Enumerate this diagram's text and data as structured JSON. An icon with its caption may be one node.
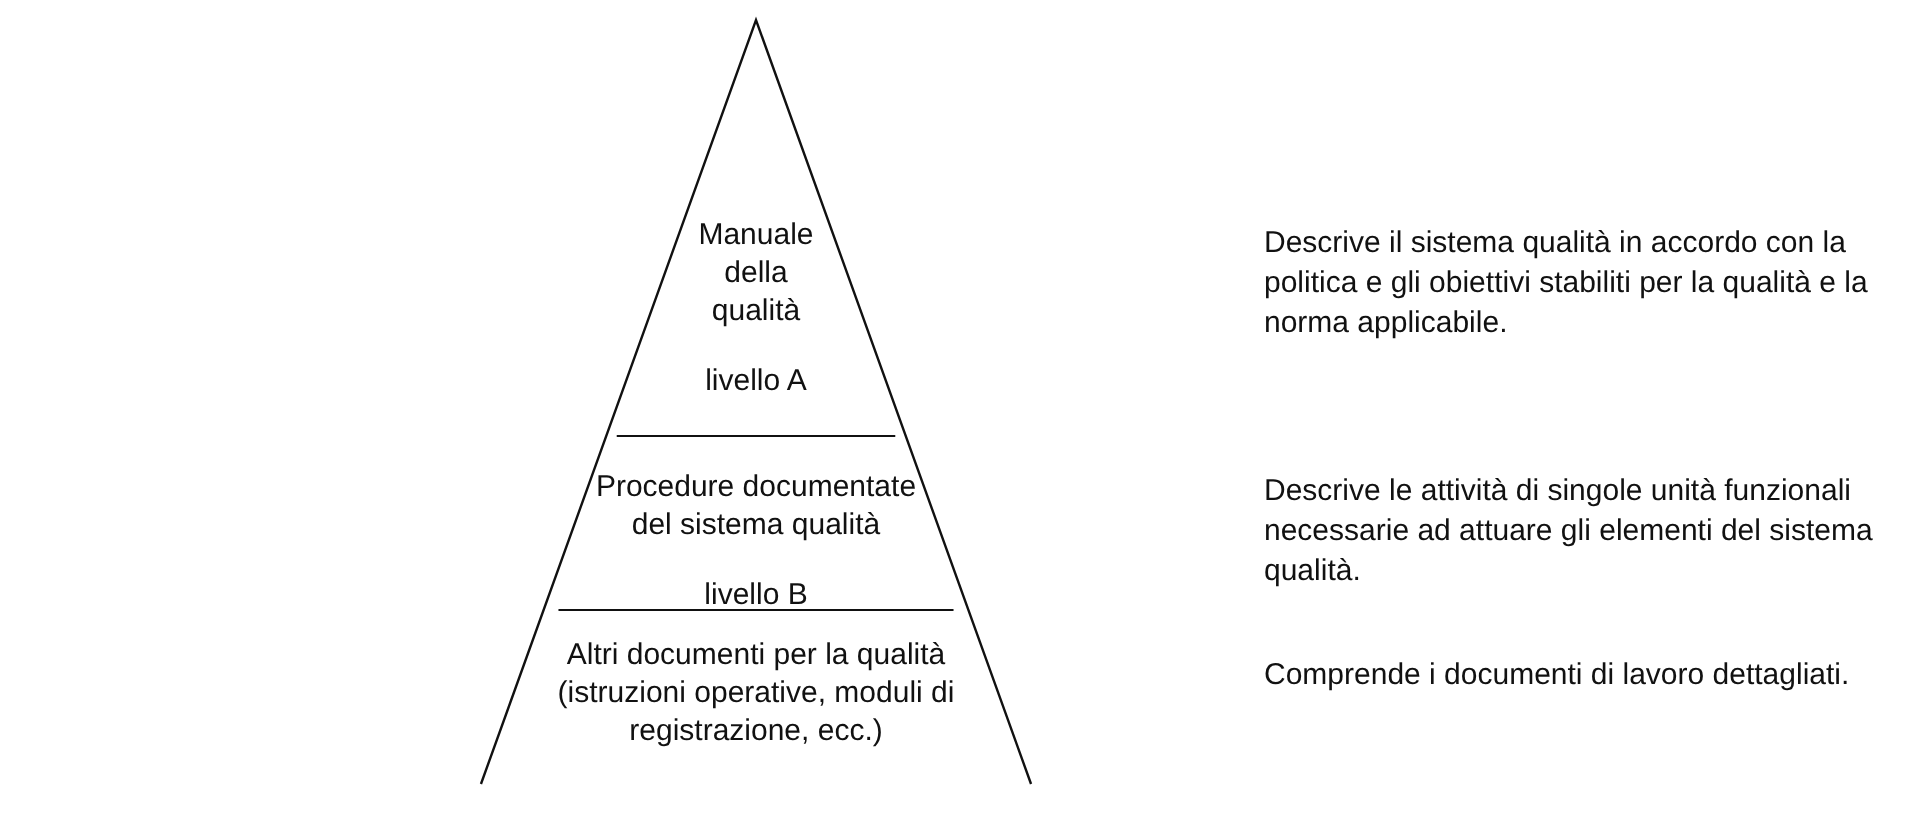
{
  "diagram": {
    "nodes": [
      {
        "text": [
          "Manuale della qualità",
          "livello A"
        ]
      },
      {
        "text": [
          "Procedure documentate del sistema qualità",
          "livello B"
        ]
      },
      {
        "text": [
          "Altri documenti per la qualità (istruzioni operative, moduli di registrazione, ecc.)"
        ]
      }
    ],
    "edges": [],
    "labels": [
      "Descrive il sistema qualità in accordo con la politica e gli obiettivi stabiliti per la qualità e la norma applicabile.",
      "Descrive le attività di singole unità funzionali necessarie ad attuare gli elementi del sistema qualità.",
      "Comprende i documenti di lavoro dettagliati."
    ]
  }
}
